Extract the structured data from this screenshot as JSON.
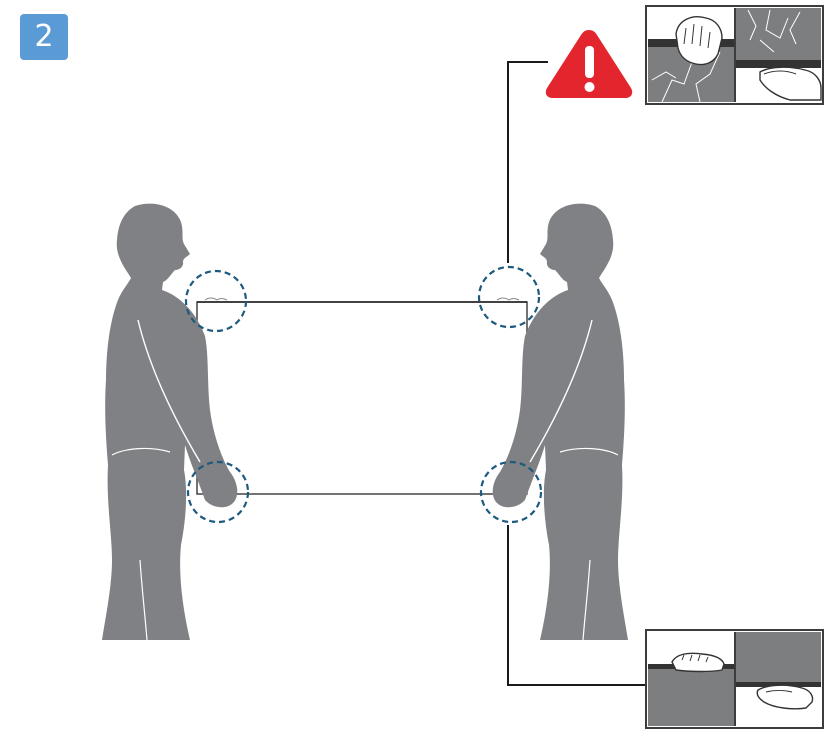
{
  "step": {
    "number": "2",
    "color": "#5b9bd5"
  },
  "colors": {
    "figure": "#808184",
    "highlight_circle": "#1d5a7e",
    "warning": "#e3262d",
    "panel_dark": "#7d7e80",
    "panel_border": "#3c3c3c",
    "leader_line": "#1a1a1a"
  },
  "icons": {
    "warning": "warning-triangle-icon"
  },
  "insets": {
    "incorrect_grip": {
      "meaning": "wrong-way",
      "panels": [
        "grip-top-edge-cracked",
        "grip-bottom-edge-cracked"
      ]
    },
    "correct_grip": {
      "meaning": "right-way",
      "panels": [
        "grip-top-edge",
        "grip-bottom-edge"
      ]
    }
  }
}
